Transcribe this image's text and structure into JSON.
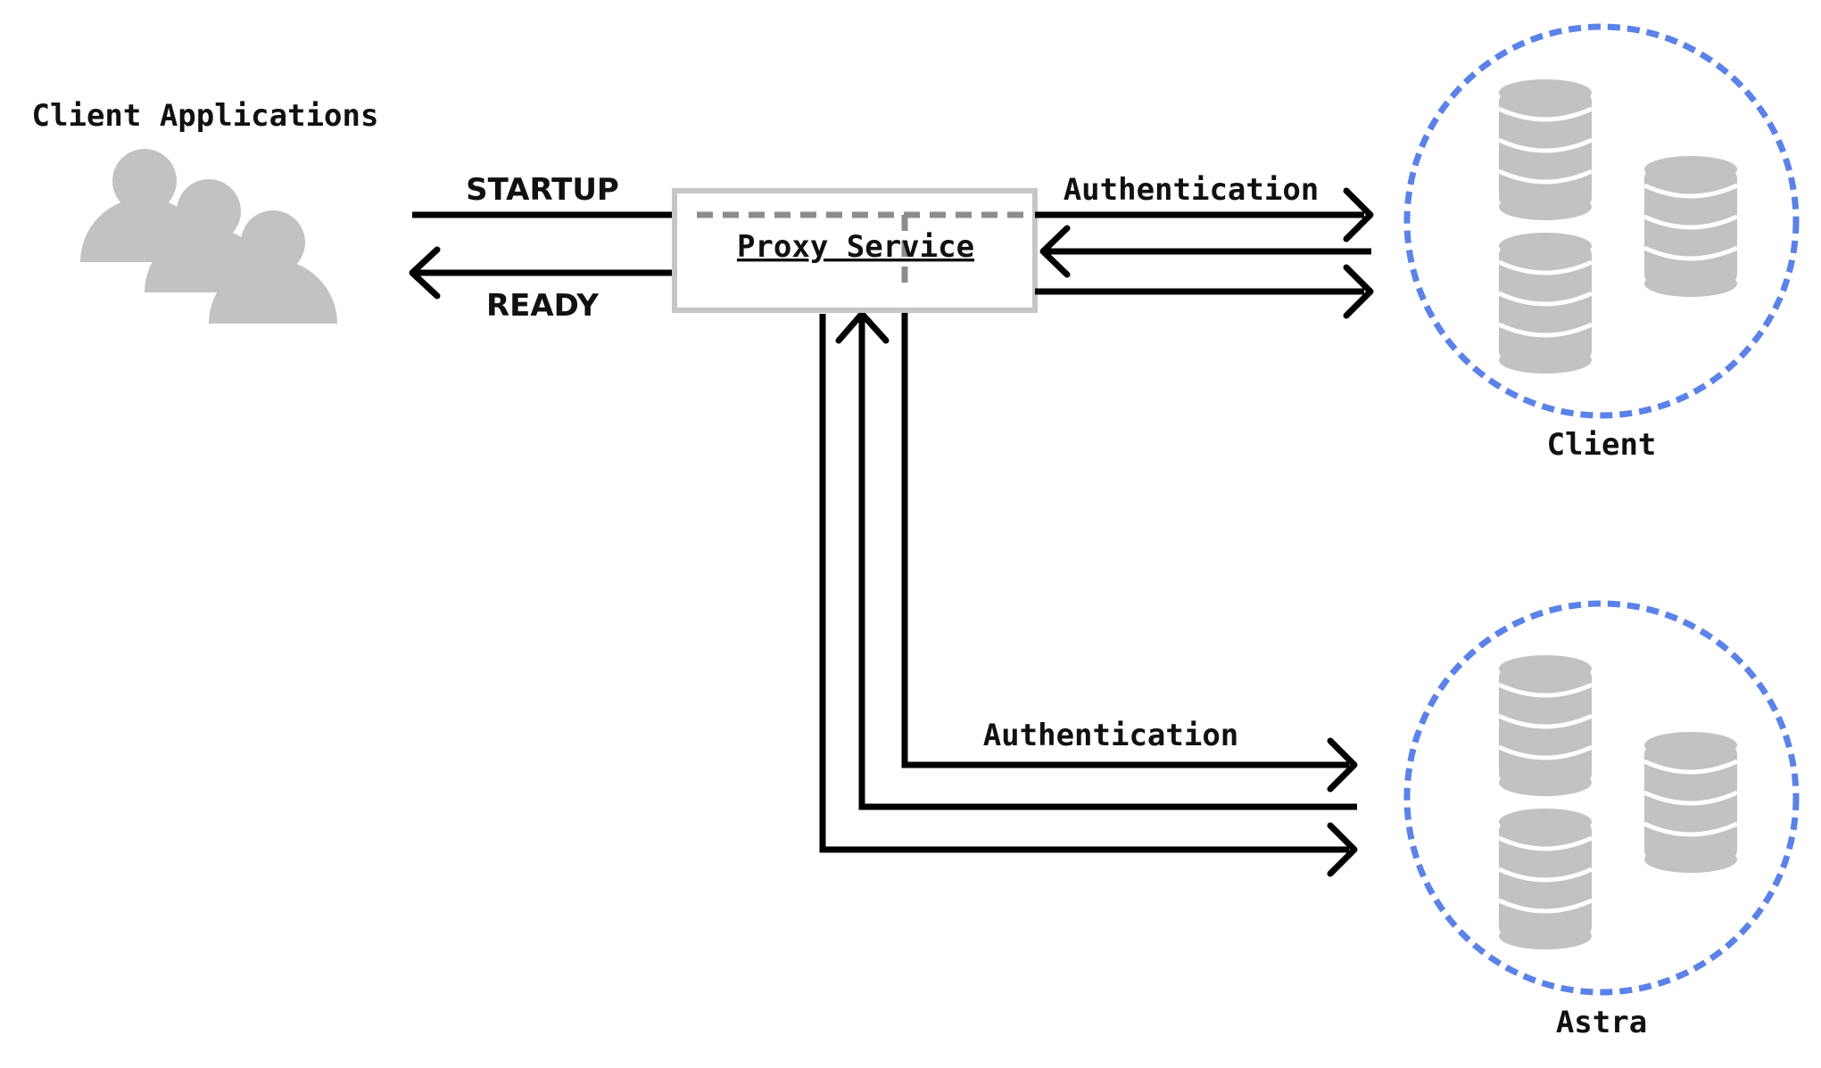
{
  "labels": {
    "client_applications": "Client Applications",
    "startup": "STARTUP",
    "ready": "READY",
    "proxy_service": "Proxy Service",
    "authentication_client": "Authentication",
    "authentication_astra": "Authentication",
    "client_cluster": "Client",
    "astra_cluster": "Astra"
  },
  "colors": {
    "cluster_border": "#5b82e8",
    "icon_gray": "#c2c2c2",
    "proxy_border": "#c6c6c6",
    "proxy_dash": "#8c8c8c",
    "arrow": "#000000"
  },
  "icons": {
    "users": "users-group-icon",
    "database": "database-icon"
  }
}
